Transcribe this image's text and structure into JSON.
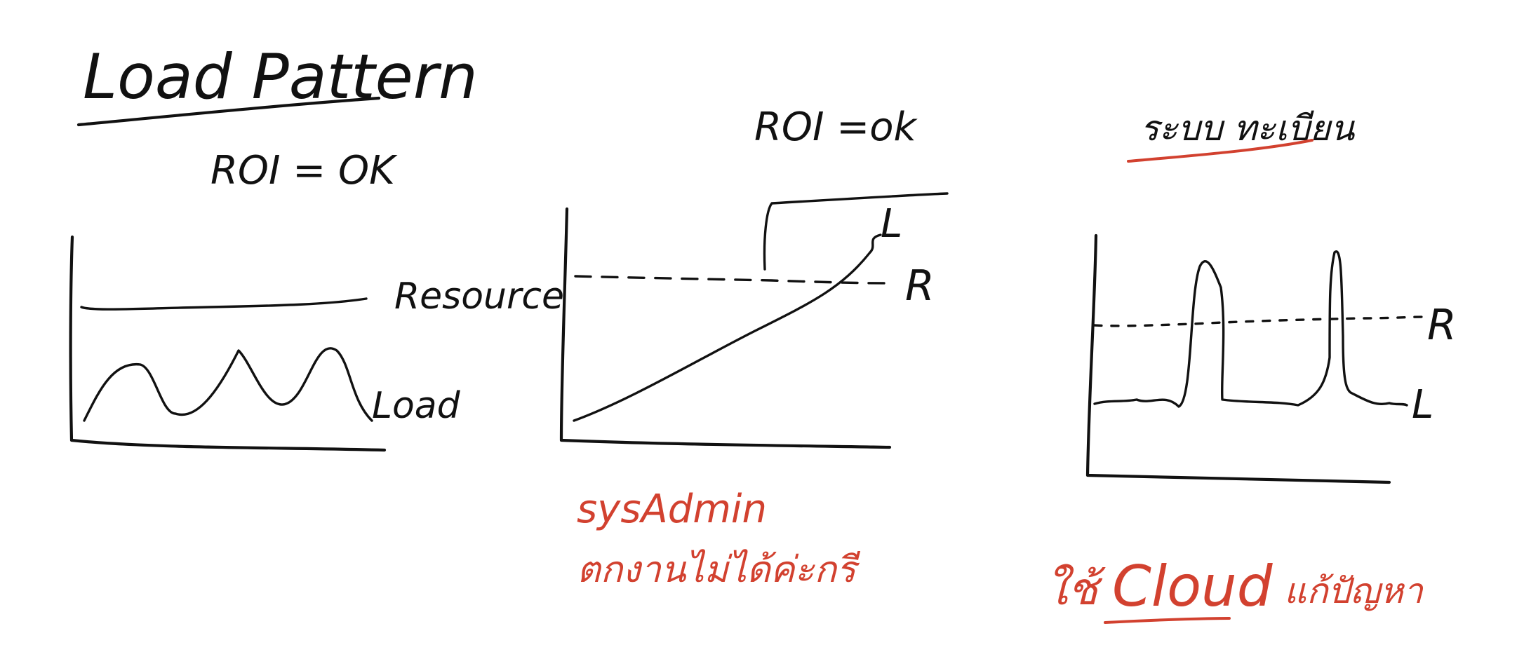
{
  "title": "Load Pattern",
  "colors": {
    "ink": "#111111",
    "annotation": "#d2412f",
    "background": "#ffffff"
  },
  "panels": [
    {
      "roi_label": "ROI = OK",
      "resource_label": "Resource",
      "load_label": "Load"
    },
    {
      "roi_label": "ROI =ok",
      "resource_label": "R",
      "load_label": "L",
      "note_line1": "sysAdmin",
      "note_line2": "ตกงานไม่ได้ค่ะกรี"
    },
    {
      "heading": "ระบบ ทะเบียน",
      "resource_label": "R",
      "load_label": "L",
      "note_prefix": "ใช้",
      "note_cloud": "Cloud",
      "note_suffix": "แก้ปัญหา"
    }
  ]
}
